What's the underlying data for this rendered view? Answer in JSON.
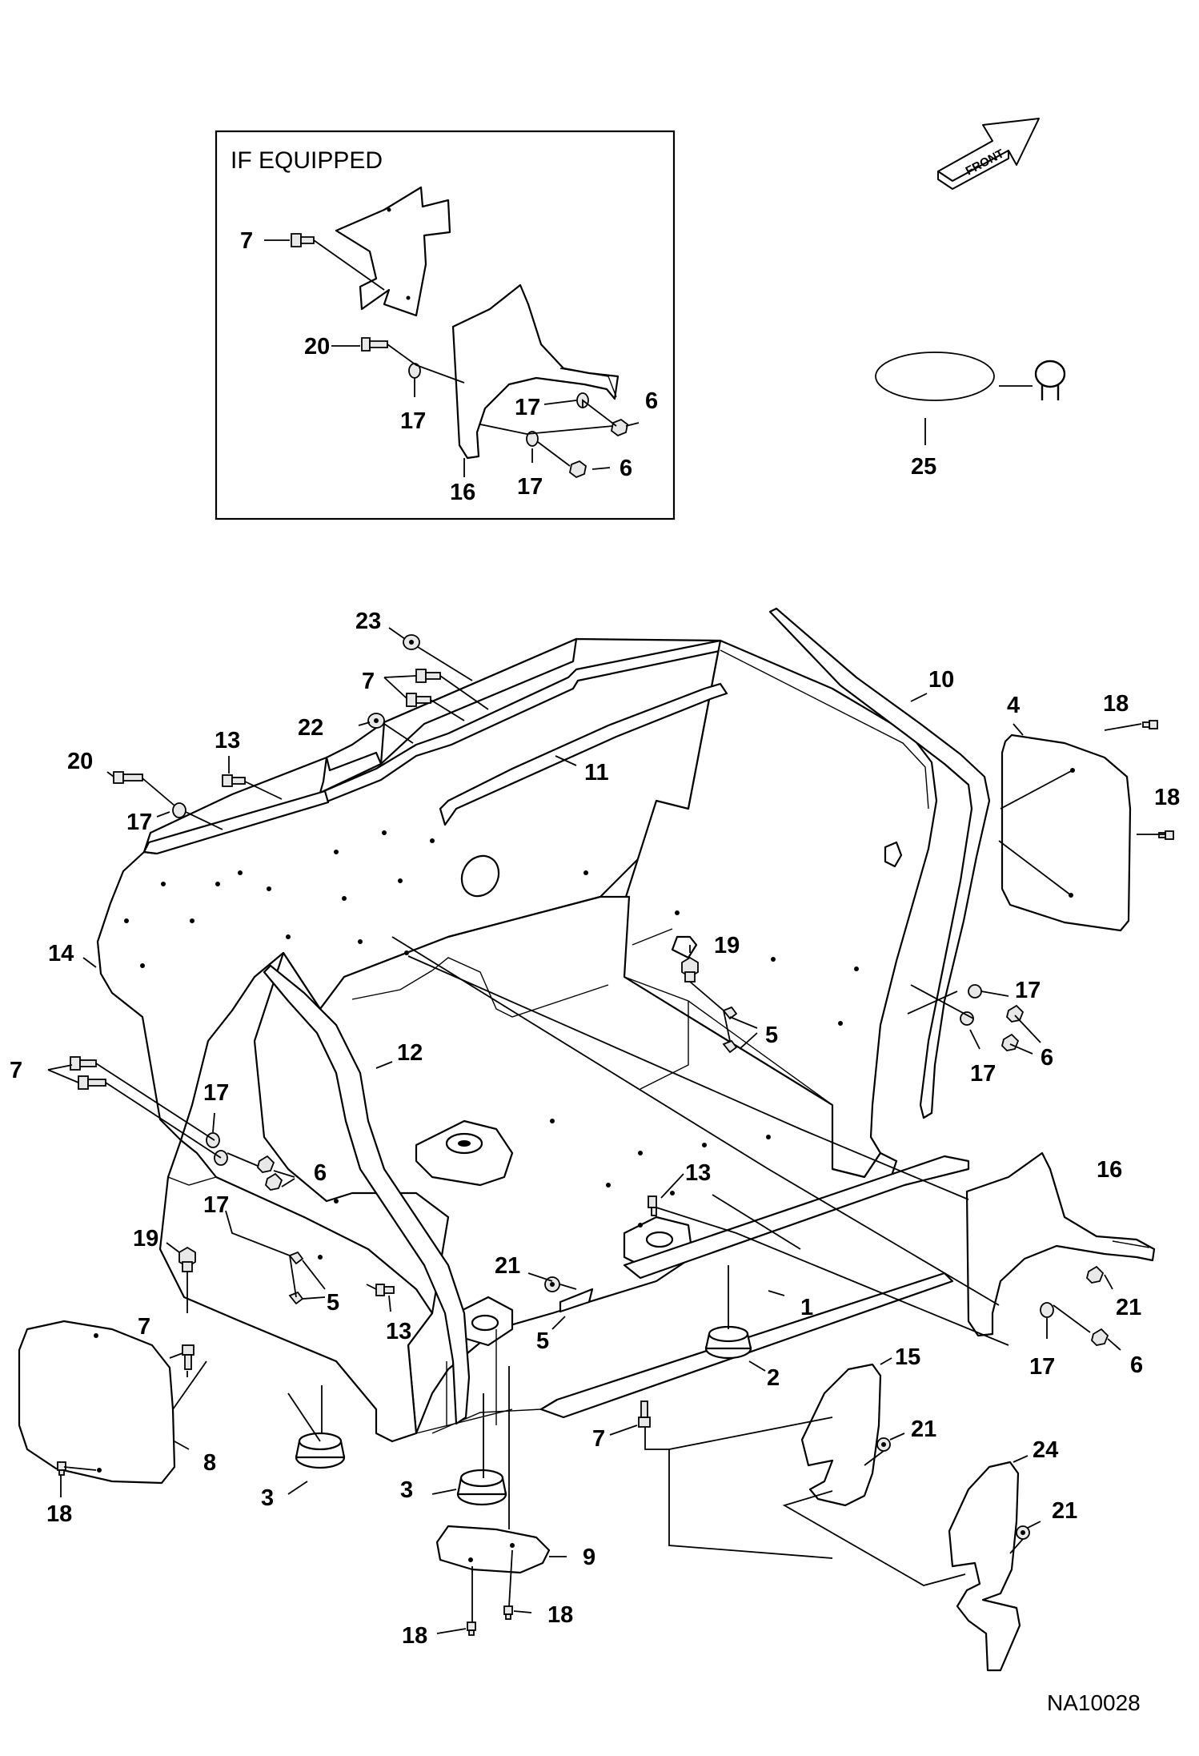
{
  "inset": {
    "title": "IF EQUIPPED"
  },
  "front_arrow": {
    "label": "FRONT"
  },
  "drawing_code": "NA10028",
  "callouts": {
    "inset": [
      "7",
      "20",
      "17",
      "17",
      "6",
      "17",
      "6",
      "16"
    ],
    "hose": [
      "25"
    ],
    "main": [
      "23",
      "7",
      "22",
      "13",
      "20",
      "17",
      "11",
      "10",
      "4",
      "18",
      "18",
      "14",
      "19",
      "5",
      "17",
      "6",
      "17",
      "12",
      "7",
      "17",
      "6",
      "17",
      "13",
      "16",
      "19",
      "21",
      "5",
      "13",
      "5",
      "1",
      "21",
      "7",
      "2",
      "15",
      "17",
      "6",
      "21",
      "8",
      "3",
      "3",
      "9",
      "24",
      "21",
      "18",
      "18",
      "18",
      "7"
    ]
  }
}
